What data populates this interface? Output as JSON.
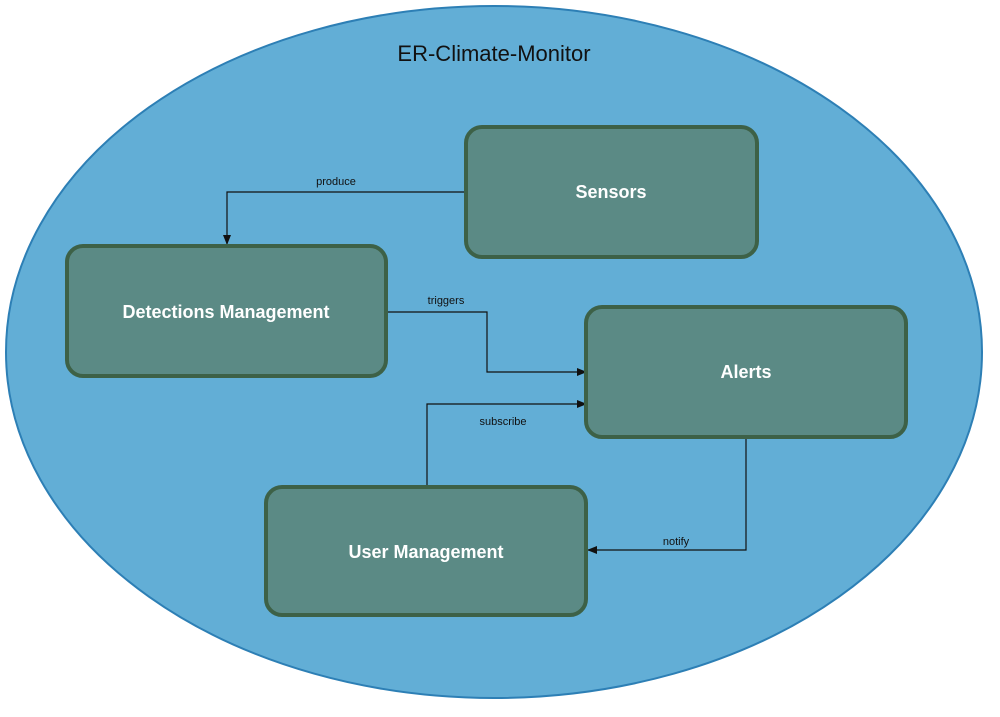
{
  "title": "ER-Climate-Monitor",
  "colors": {
    "container_fill": "#62aed6",
    "container_stroke": "#2d7fb5",
    "node_fill": "#5b8a85",
    "node_stroke": "#3d6147",
    "node_text": "#ffffff",
    "edge": "#111111"
  },
  "nodes": {
    "sensors": {
      "label": "Sensors"
    },
    "detections": {
      "label": "Detections Management"
    },
    "alerts": {
      "label": "Alerts"
    },
    "users": {
      "label": "User Management"
    }
  },
  "edges": {
    "produce": {
      "label": "produce",
      "from": "Sensors",
      "to": "Detections Management"
    },
    "triggers": {
      "label": "triggers",
      "from": "Detections Management",
      "to": "Alerts"
    },
    "subscribe": {
      "label": "subscribe",
      "from": "User Management",
      "to": "Alerts"
    },
    "notify": {
      "label": "notify",
      "from": "Alerts",
      "to": "User Management"
    }
  }
}
